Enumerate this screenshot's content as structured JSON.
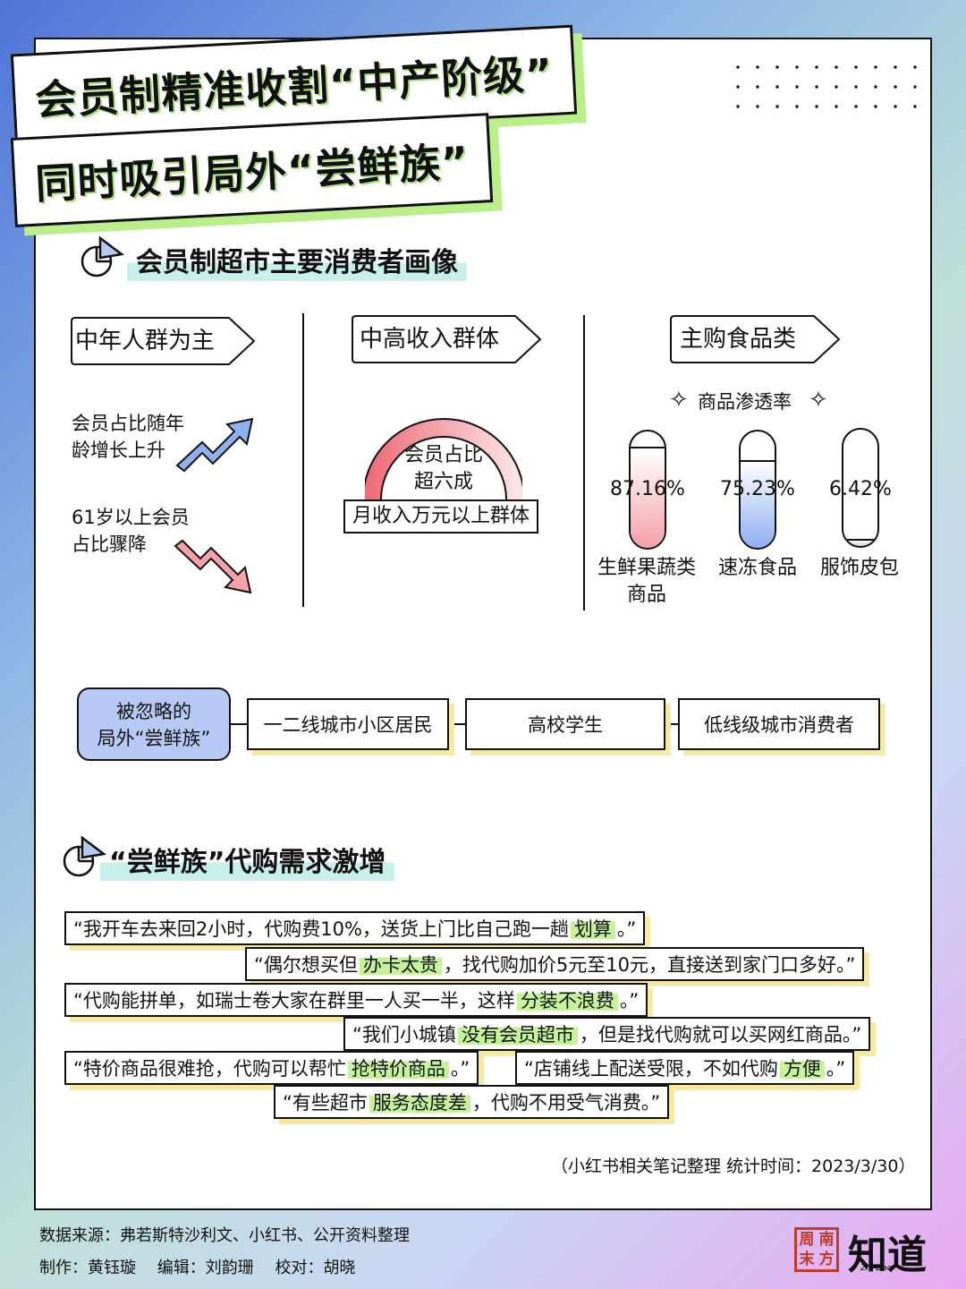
{
  "banner": {
    "line1": "会员制精准收割“中产阶级”",
    "line2": "同时吸引局外“尝鲜族”"
  },
  "section1": {
    "title": "会员制超市主要消费者画像",
    "col1": {
      "tag": "中年人群为主",
      "text_up": [
        "会员占比随年",
        "龄增长上升"
      ],
      "text_down": [
        "61岁以上会员",
        "占比骤降"
      ]
    },
    "col2": {
      "tag": "中高收入群体",
      "gauge_text": [
        "会员占比",
        "超六成"
      ],
      "gauge_label": "月收入万元以上群体"
    },
    "col3": {
      "tag": "主购食品类",
      "subtitle": "商品渗透率",
      "tubes": [
        {
          "pct": "87.16%",
          "label": [
            "生鲜果蔬类",
            "商品"
          ],
          "fraction": 0.8716,
          "color": "#f4a0a8"
        },
        {
          "pct": "75.23%",
          "label": [
            "速冻食品",
            ""
          ],
          "fraction": 0.7523,
          "color": "#8faef4"
        },
        {
          "pct": "6.42%",
          "label": [
            "服饰皮包",
            ""
          ],
          "fraction": 0.0642,
          "color": "#c4ccf4"
        }
      ]
    }
  },
  "ignored": {
    "head": [
      "被忽略的",
      "局外“尝鲜族”"
    ],
    "items": [
      "一二线城市小区居民",
      "高校学生",
      "低线级城市消费者"
    ]
  },
  "section2": {
    "title": "“尝鲜族”代购需求激增",
    "quotes": [
      {
        "pre": "“我开车去来回2小时，代购费10%，送货上门比自己跑一趟",
        "hl": "划算",
        "post": "。”"
      },
      {
        "pre": "“偶尔想买但",
        "hl": "办卡太贵",
        "post": "，找代购加价5元至10元，直接送到家门口多好。”"
      },
      {
        "pre": "“代购能拼单，如瑞士卷大家在群里一人买一半，这样",
        "hl": "分装不浪费",
        "post": "。”"
      },
      {
        "pre": "“我们小城镇",
        "hl": "没有会员超市",
        "post": "，但是找代购就可以买网红商品。”"
      },
      {
        "pre": "“特价商品很难抢，代购可以帮忙",
        "hl": "抢特价商品",
        "post": "。”"
      },
      {
        "pre": "“店铺线上配送受限，不如代购",
        "hl": "方便",
        "post": "。”"
      },
      {
        "pre": "“有些超市",
        "hl": "服务态度差",
        "post": "，代购不用受气消费。”"
      }
    ],
    "note": "（小红书相关笔记整理 统计时间：2023/3/30）"
  },
  "footer": {
    "source": "数据来源：弗若斯特沙利文、小红书、公开资料整理",
    "credits": "制作：黄钰璇　 编辑：刘韵珊　 校对：胡晓",
    "seal": [
      "周",
      "南",
      "末",
      "方"
    ],
    "brand": "知道",
    "brand_sub": "Zhi Dao"
  }
}
